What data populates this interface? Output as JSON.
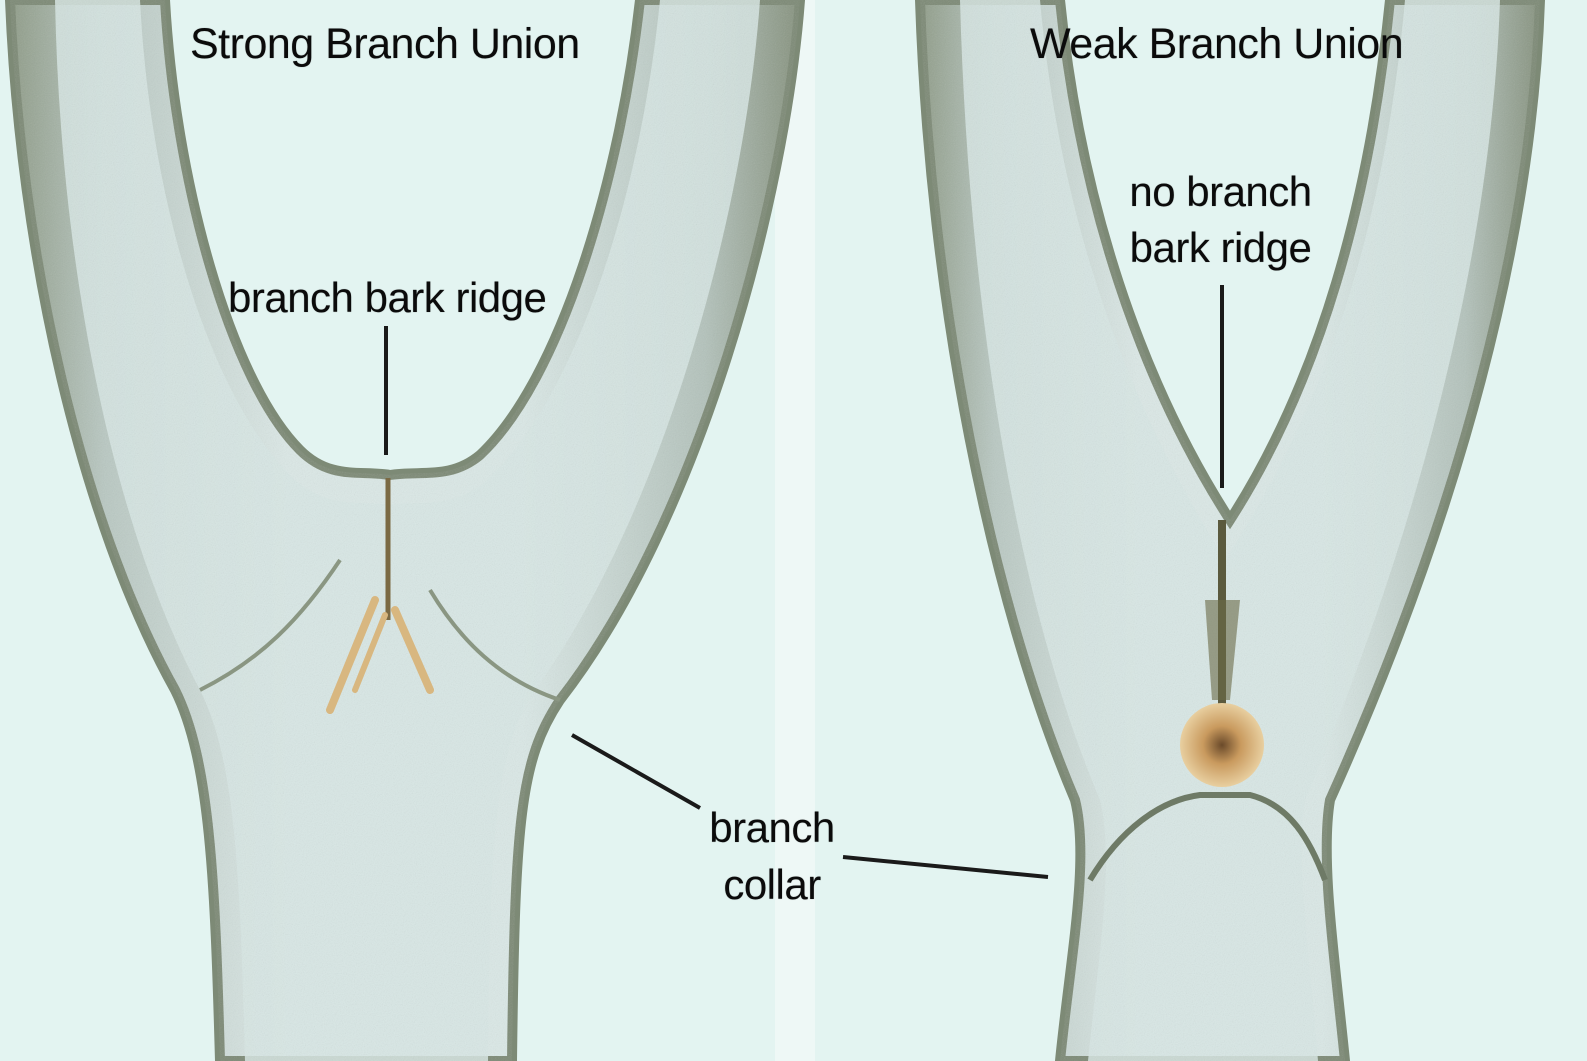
{
  "panels": {
    "strong": {
      "title": "Strong Branch Union",
      "ridge_label": "branch bark ridge"
    },
    "weak": {
      "title": "Weak Branch Union",
      "ridge_label_line1": "no branch",
      "ridge_label_line2": "bark ridge"
    }
  },
  "shared": {
    "collar_label_line1": "branch",
    "collar_label_line2": "collar"
  },
  "colors": {
    "background": "#e3f4f1",
    "bark_light": "#d6e4e2",
    "bark_dark": "#8e9a86",
    "wound": "#c9a06a",
    "leader_line": "#1a1a1a"
  }
}
